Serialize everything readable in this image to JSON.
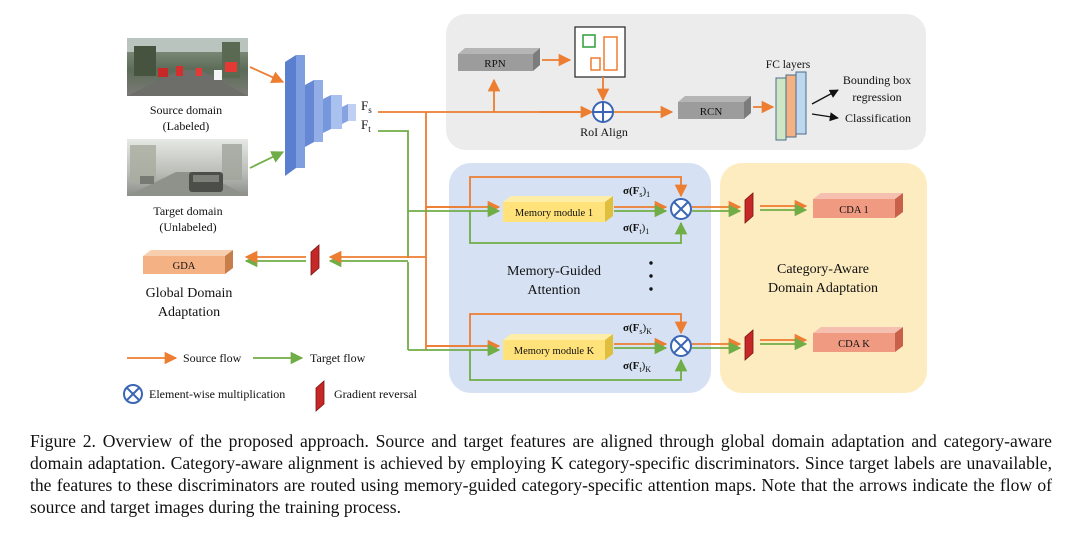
{
  "figure": {
    "source_domain_label": "Source domain",
    "source_domain_sub": "(Labeled)",
    "target_domain_label": "Target domain",
    "target_domain_sub": "(Unlabeled)",
    "fs_label": "F",
    "fs_sub": "s",
    "ft_label": "F",
    "ft_sub": "t",
    "rpn_label": "RPN",
    "roi_align_label": "RoI Align",
    "rcn_label": "RCN",
    "fc_layers_label": "FC layers",
    "bbox_regression_line1": "Bounding box",
    "bbox_regression_line2": "regression",
    "classification_label": "Classification",
    "memory_module_1": "Memory module 1",
    "memory_module_k": "Memory module K",
    "sigma_fs_1": "σ(F",
    "sigma_fs_1_sub": "s",
    "sigma_fs_1_idx": ")",
    "sigma_fs_1_idx_sub": "1",
    "sigma_ft_1": "σ(F",
    "sigma_ft_1_sub": "t",
    "sigma_ft_1_idx": ")",
    "sigma_ft_1_idx_sub": "1",
    "sigma_fs_k": "σ(F",
    "sigma_fs_k_sub": "s",
    "sigma_fs_k_idx": ")",
    "sigma_fs_k_idx_sub": "K",
    "sigma_ft_k": "σ(F",
    "sigma_ft_k_sub": "t",
    "sigma_ft_k_idx": ")",
    "sigma_ft_k_idx_sub": "K",
    "memory_guided_line1": "Memory-Guided",
    "memory_guided_line2": "Attention",
    "cda1_label": "CDA 1",
    "cdak_label": "CDA K",
    "category_aware_line1": "Category-Aware",
    "category_aware_line2": "Domain Adaptation",
    "gda_label": "GDA",
    "global_domain_line1": "Global Domain",
    "global_domain_line2": "Adaptation",
    "legend_source_flow": "Source flow",
    "legend_target_flow": "Target flow",
    "legend_elementwise": "Element-wise multiplication",
    "legend_gradient_reversal": "Gradient reversal"
  },
  "caption": "Figure 2. Overview of the proposed approach.  Source and target features are aligned through global domain adaptation and category-aware domain adaptation. Category-aware alignment is achieved by employing K category-specific discriminators. Since target labels are unavailable, the features to these discriminators are routed using memory-guided category-specific attention maps. Note that the arrows indicate the flow of source and target images during the training process.",
  "colors": {
    "source_flow": "#ed7d31",
    "target_flow": "#70ad47",
    "top_panel": "#ececec",
    "attention_panel": "#d6e2f3",
    "cda_panel": "#fdecc0",
    "memory_module": "#ffe27a",
    "cda_box": "#f09a82",
    "gda_box": "#f4b183",
    "gradient_reversal": "#c62828",
    "multiply_ring": "#3a66b5"
  }
}
